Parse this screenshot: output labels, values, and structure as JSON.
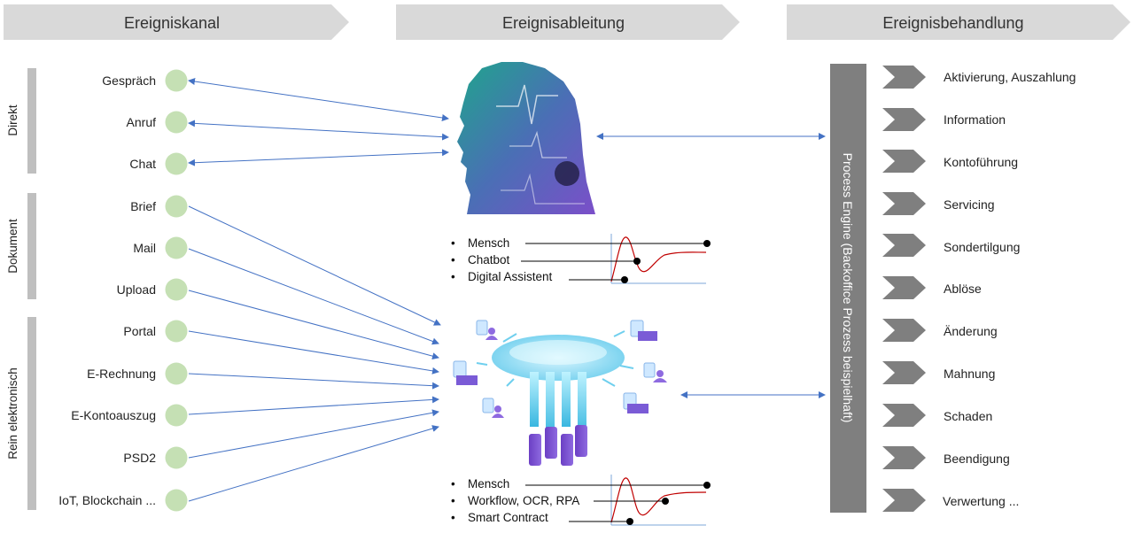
{
  "headers": {
    "channel": "Ereigniskanal",
    "derivation": "Ereignisableitung",
    "handling": "Ereignisbehandlung"
  },
  "groups": {
    "direct": "Direkt",
    "document": "Dokument",
    "electronic": "Rein elektronisch"
  },
  "channels": [
    "Gespräch",
    "Anruf",
    "Chat",
    "Brief",
    "Mail",
    "Upload",
    "Portal",
    "E-Rechnung",
    "E-Kontoauszug",
    "PSD2",
    "IoT, Blockchain ..."
  ],
  "derivation_top": {
    "bullets": [
      "Mensch",
      "Chatbot",
      "Digital Assistent"
    ]
  },
  "derivation_bottom": {
    "bullets": [
      "Mensch",
      "Workflow,  OCR, RPA",
      "Smart Contract"
    ]
  },
  "engine": {
    "label": "Process Engine (Backoffice Prozess beispielhaft)"
  },
  "handling_items": [
    "Aktivierung, Auszahlung",
    "Information",
    "Kontoführung",
    "Servicing",
    "Sondertilgung",
    "Ablöse",
    "Änderung",
    "Mahnung",
    "Schaden",
    "Beendigung",
    "Verwertung ..."
  ],
  "colors": {
    "header_fill": "#d9d9d9",
    "group_bar": "#bfbfbf",
    "circle": "#c5e0b4",
    "arrow": "#4472c4",
    "engine": "#7f7f7f",
    "chevron": "#7f7f7f",
    "curve": "#c00000"
  }
}
